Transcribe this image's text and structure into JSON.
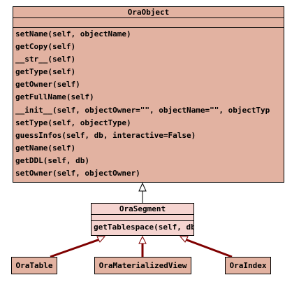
{
  "classes": {
    "ora_object": {
      "name": "OraObject",
      "methods": [
        "setName(self, objectName)",
        "getCopy(self)",
        "__str__(self)",
        "getType(self)",
        "getOwner(self)",
        "getFullName(self)",
        "__init__(self, objectOwner=\"\", objectName=\"\", objectTyp",
        "setType(self, objectType)",
        "guessInfos(self, db, interactive=False)",
        "getName(self)",
        "getDDL(self, db)",
        "setOwner(self, objectOwner)"
      ]
    },
    "ora_segment": {
      "name": "OraSegment",
      "methods": [
        "getTablespace(self, db)"
      ]
    },
    "ora_table": {
      "name": "OraTable"
    },
    "ora_materialized_view": {
      "name": "OraMaterializedView"
    },
    "ora_index": {
      "name": "OraIndex"
    }
  },
  "colors": {
    "class_fill": "#e2b2a1",
    "segment_fill": "#f5d4d0",
    "border": "#000000",
    "edge": "#7f0000",
    "parent_edge": "#000000"
  }
}
